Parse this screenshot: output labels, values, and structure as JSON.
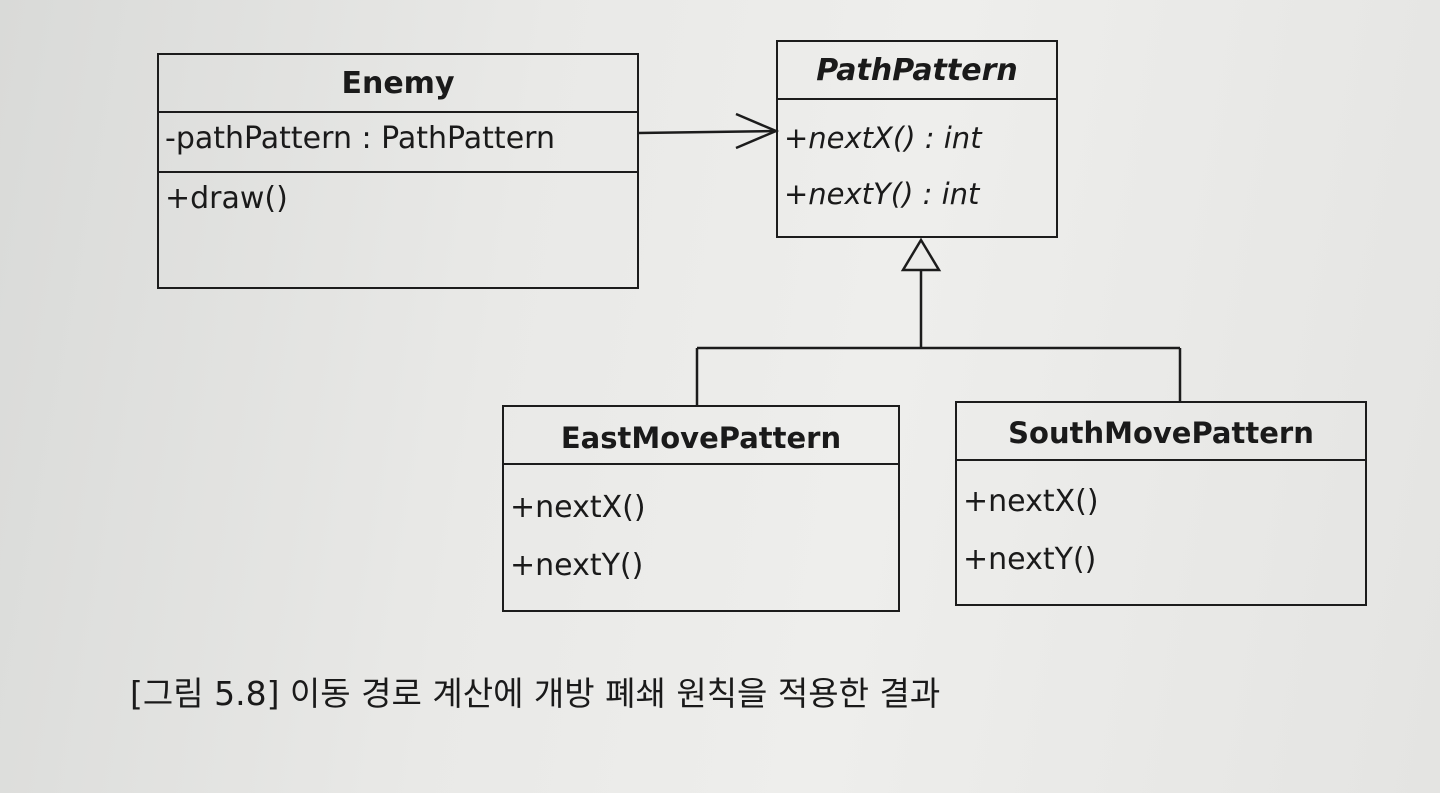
{
  "classes": {
    "enemy": {
      "name": "Enemy",
      "attributes": [
        "-pathPattern : PathPattern"
      ],
      "operations": [
        "+draw()"
      ]
    },
    "pathpattern": {
      "name": "PathPattern",
      "operations": [
        "+nextX() : int",
        "+nextY() : int"
      ]
    },
    "east": {
      "name": "EastMovePattern",
      "operations": [
        "+nextX()",
        "+nextY()"
      ]
    },
    "south": {
      "name": "SouthMovePattern",
      "operations": [
        "+nextX()",
        "+nextY()"
      ]
    }
  },
  "caption": "[그림 5.8] 이동 경로 계산에 개방 폐쇄 원칙을 적용한 결과"
}
